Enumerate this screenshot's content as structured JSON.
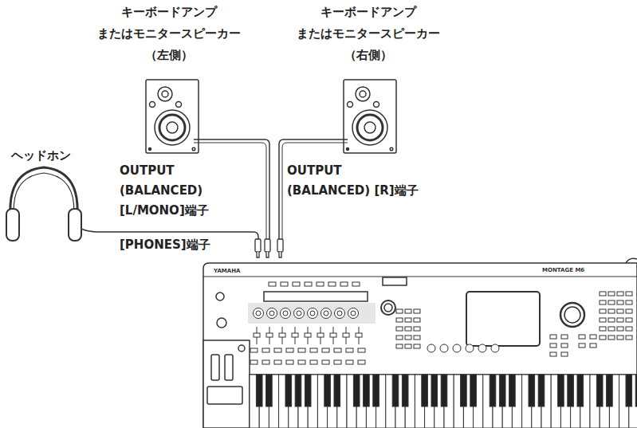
{
  "diagram": {
    "labels": [
      "キーボードアンプ またはモニタースピーカー （左側）",
      "キーボードアンプ またはモニタースピーカー （右側）",
      "ヘッドホン",
      "OUTPUT (BALANCED) [L/MONO]端子",
      "OUTPUT (BALANCED) [R]端子",
      "[PHONES]端子",
      "YAMAHA",
      "MONTAGE M6"
    ]
  }
}
